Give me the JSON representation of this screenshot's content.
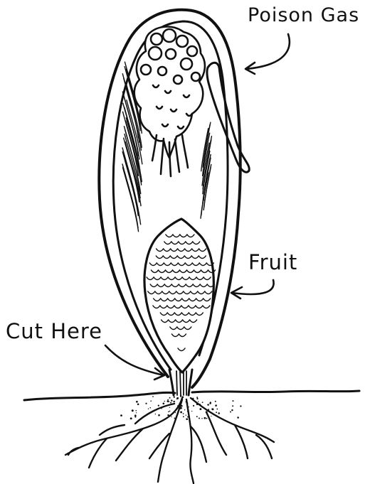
{
  "labels": {
    "poison_gas": "Poison Gas",
    "fruit": "Fruit",
    "cut_here": "Cut Here"
  },
  "colors": {
    "ink": "#111111",
    "paper": "#ffffff"
  }
}
